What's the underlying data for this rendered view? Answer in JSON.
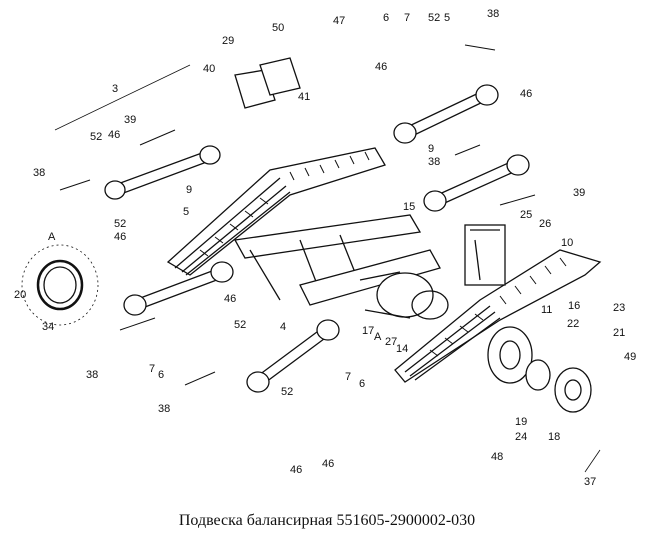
{
  "caption": "Подвеска балансирная 551605-2900002-030",
  "callouts": [
    "3",
    "29",
    "50",
    "47",
    "6",
    "7",
    "52",
    "5",
    "38",
    "40",
    "41",
    "46",
    "39",
    "52",
    "46",
    "46",
    "9",
    "38",
    "38",
    "9",
    "39",
    "5",
    "15",
    "25",
    "26",
    "10",
    "52",
    "46",
    "A",
    "20",
    "34",
    "46",
    "52",
    "4",
    "11",
    "16",
    "23",
    "22",
    "21",
    "49",
    "17",
    "27",
    "A",
    "14",
    "38",
    "7",
    "6",
    "52",
    "7",
    "6",
    "38",
    "19",
    "24",
    "18",
    "48",
    "46",
    "46",
    "37"
  ]
}
